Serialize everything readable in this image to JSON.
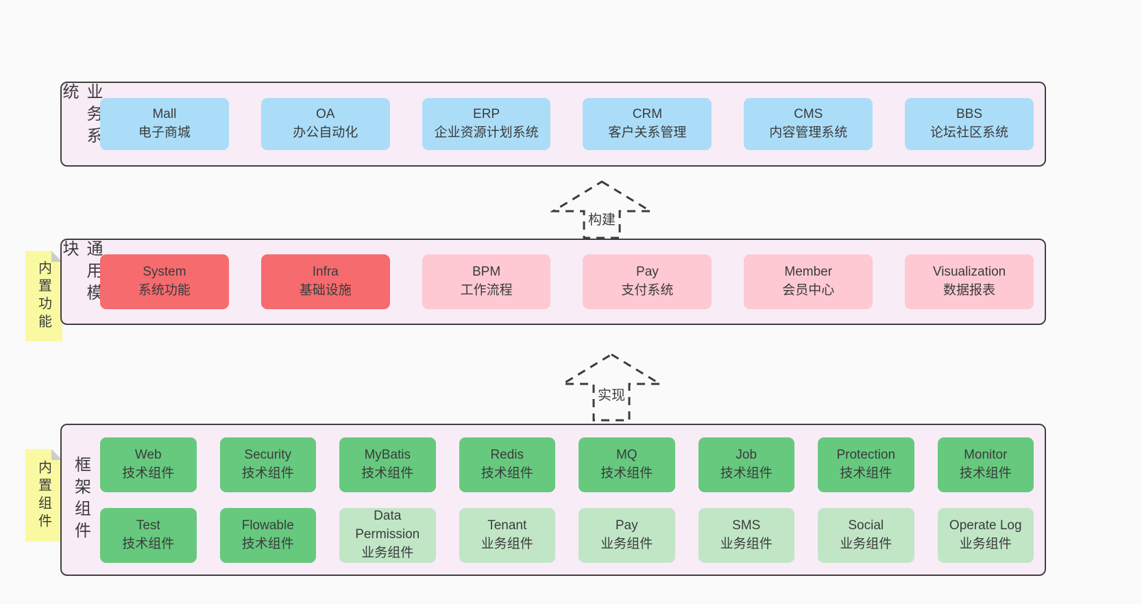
{
  "colors": {
    "page_bg": "#FAFAFA",
    "layer_bg": "#F8ECF6",
    "layer_border": "#3F3F3F",
    "text": "#3B3B3B",
    "arrow": "#3C3C3C",
    "sticky": "#F9F9A2",
    "sticky_fold": "#CDCDCD",
    "blue": "#ABDDF8",
    "red": "#F56B6E",
    "pink": "#FEC9D3",
    "green": "#66C97E",
    "light_green": "#C0E6C6"
  },
  "arrows": [
    {
      "label": "构建"
    },
    {
      "label": "实现"
    }
  ],
  "layers": [
    {
      "label": "业务系统",
      "columns": 6,
      "rows": [
        [
          {
            "en": "Mall",
            "zh": "电子商城",
            "type": "blue"
          },
          {
            "en": "OA",
            "zh": "办公自动化",
            "type": "blue"
          },
          {
            "en": "ERP",
            "zh": "企业资源计划系统",
            "type": "blue"
          },
          {
            "en": "CRM",
            "zh": "客户关系管理",
            "type": "blue"
          },
          {
            "en": "CMS",
            "zh": "内容管理系统",
            "type": "blue"
          },
          {
            "en": "BBS",
            "zh": "论坛社区系统",
            "type": "blue"
          }
        ]
      ]
    },
    {
      "label": "通用模块",
      "sticky": "内置功能",
      "columns": 6,
      "rows": [
        [
          {
            "en": "System",
            "zh": "系统功能",
            "type": "red"
          },
          {
            "en": "Infra",
            "zh": "基础设施",
            "type": "red"
          },
          {
            "en": "BPM",
            "zh": "工作流程",
            "type": "pink"
          },
          {
            "en": "Pay",
            "zh": "支付系统",
            "type": "pink"
          },
          {
            "en": "Member",
            "zh": "会员中心",
            "type": "pink"
          },
          {
            "en": "Visualization",
            "zh": "数据报表",
            "type": "pink"
          }
        ]
      ]
    },
    {
      "label": "框架组件",
      "sticky": "内置组件",
      "columns": 8,
      "rows": [
        [
          {
            "en": "Web",
            "zh": "技术组件",
            "type": "green"
          },
          {
            "en": "Security",
            "zh": "技术组件",
            "type": "green"
          },
          {
            "en": "MyBatis",
            "zh": "技术组件",
            "type": "green"
          },
          {
            "en": "Redis",
            "zh": "技术组件",
            "type": "green"
          },
          {
            "en": "MQ",
            "zh": "技术组件",
            "type": "green"
          },
          {
            "en": "Job",
            "zh": "技术组件",
            "type": "green"
          },
          {
            "en": "Protection",
            "zh": "技术组件",
            "type": "green"
          },
          {
            "en": "Monitor",
            "zh": "技术组件",
            "type": "green"
          }
        ],
        [
          {
            "en": "Test",
            "zh": "技术组件",
            "type": "green"
          },
          {
            "en": "Flowable",
            "zh": "技术组件",
            "type": "green"
          },
          {
            "en": "Data Permission",
            "zh": "业务组件",
            "type": "light_green"
          },
          {
            "en": "Tenant",
            "zh": "业务组件",
            "type": "light_green"
          },
          {
            "en": "Pay",
            "zh": "业务组件",
            "type": "light_green"
          },
          {
            "en": "SMS",
            "zh": "业务组件",
            "type": "light_green"
          },
          {
            "en": "Social",
            "zh": "业务组件",
            "type": "light_green"
          },
          {
            "en": "Operate Log",
            "zh": "业务组件",
            "type": "light_green"
          }
        ]
      ]
    }
  ]
}
